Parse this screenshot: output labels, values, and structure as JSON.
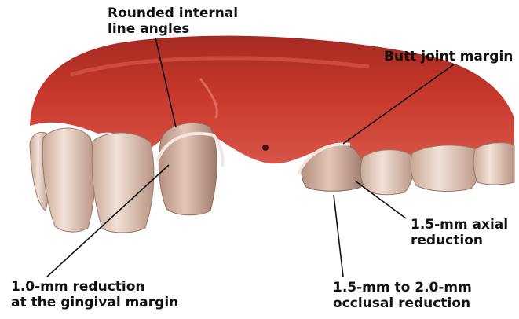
{
  "labels": {
    "rounded_internal_line_angles": [
      "Rounded internal",
      "line angles"
    ],
    "butt_joint_margin": [
      "Butt joint margin"
    ],
    "axial_reduction": [
      "1.5-mm axial",
      "reduction"
    ],
    "gingival_reduction": [
      "1.0-mm reduction",
      "at the gingival margin"
    ],
    "occlusal_reduction": [
      "1.5-mm to 2.0-mm",
      "occlusal reduction"
    ]
  },
  "colors": {
    "gum": "#c8382c",
    "gum_dark": "#8e1d18",
    "gum_light": "#e0675a",
    "tooth": "#ead3c6",
    "tooth_shadow": "#b08e80",
    "prepared_tooth": "#d7b3a4",
    "margin": "#f1e6df",
    "leader_line": "#111111",
    "text": "#111111"
  }
}
